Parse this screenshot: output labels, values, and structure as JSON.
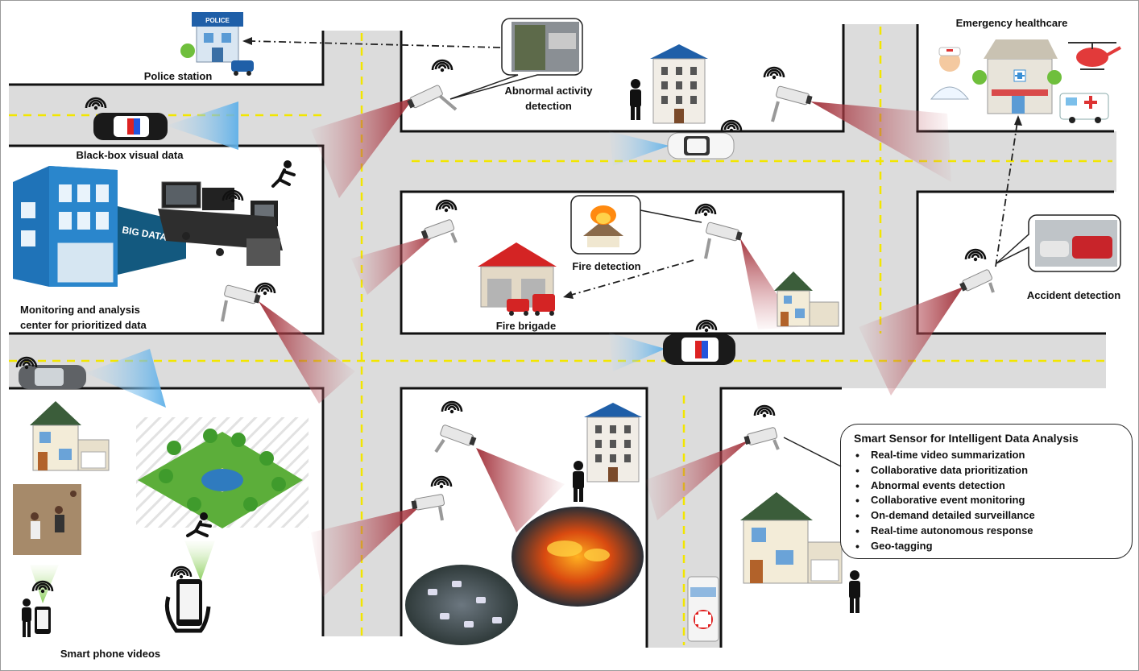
{
  "labels": {
    "police_station": "Police station",
    "black_box": "Black-box visual data",
    "monitoring_line1": "Monitoring  and analysis",
    "monitoring_line2": "center for prioritized data",
    "abnormal_line1": "Abnormal activity",
    "abnormal_line2": "detection",
    "fire_detection": "Fire detection",
    "fire_brigade": "Fire brigade",
    "emergency_healthcare": "Emergency healthcare",
    "accident_detection": "Accident detection",
    "smart_phone_videos": "Smart phone videos"
  },
  "signs": {
    "big_data": "BIG DATA",
    "police": "POLICE"
  },
  "smart_sensor": {
    "title": "Smart Sensor for Intelligent Data Analysis",
    "features": [
      "Real-time video summarization",
      "Collaborative data prioritization",
      "Abnormal events detection",
      "Collaborative event monitoring",
      "On-demand detailed surveillance",
      "Real-time autonomous response",
      "Geo-tagging"
    ]
  },
  "colors": {
    "road": "#dcdcdc",
    "curb": "#111111",
    "lane_marking": "#f2e600",
    "camera_beam": "#a8353c",
    "vehicle_beam": "#6fb8e6",
    "phone_beam": "#8fd05a",
    "building_blue": "#2a7fc0"
  },
  "icons": [
    "police-station-icon",
    "security-camera-icon",
    "wifi-icon",
    "police-car-icon",
    "car-icon",
    "person-icon",
    "running-person-icon",
    "apartment-building-icon",
    "house-icon",
    "hospital-icon",
    "doctor-icon",
    "helicopter-icon",
    "ambulance-icon",
    "fire-station-icon",
    "fire-truck-icon",
    "park-icon",
    "smartphone-icon",
    "control-desk-icon",
    "data-center-icon"
  ]
}
